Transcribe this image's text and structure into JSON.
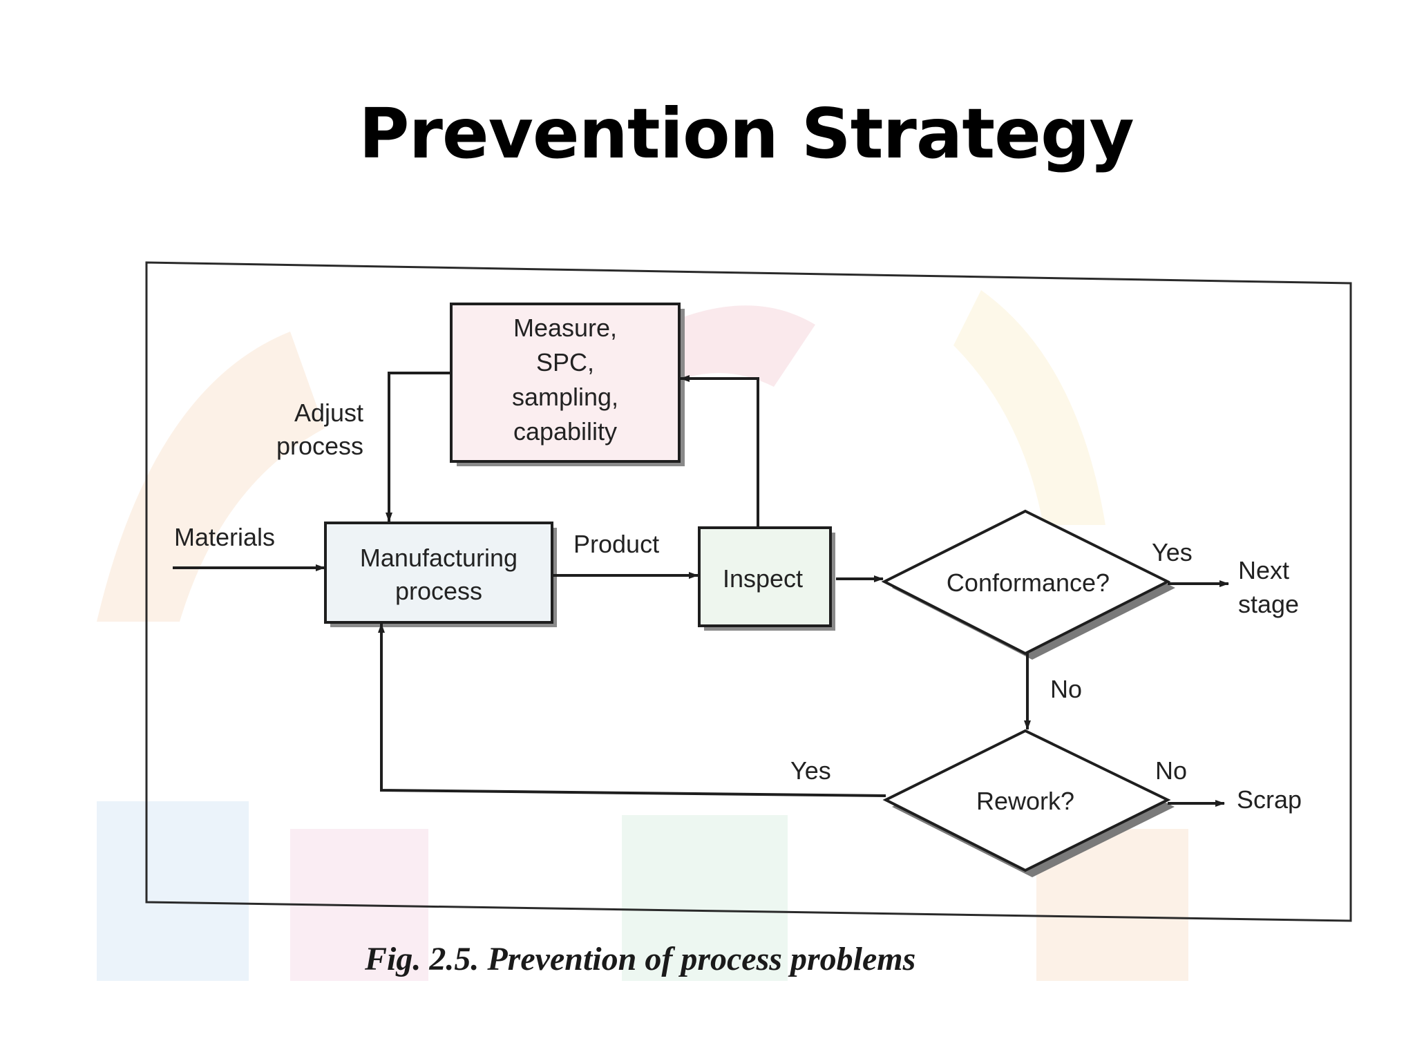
{
  "slide": {
    "title": "Prevention Strategy"
  },
  "diagram": {
    "measure_box": [
      "Measure,",
      "SPC,",
      "sampling,",
      "capability"
    ],
    "adjust_label": [
      "Adjust",
      "process"
    ],
    "materials_label": "Materials",
    "manufacturing_box": [
      "Manufacturing",
      "process"
    ],
    "product_label": "Product",
    "inspect_box": "Inspect",
    "conformance_decision": "Conformance?",
    "conformance_yes": "Yes",
    "next_stage_label": [
      "Next",
      "stage"
    ],
    "conformance_no": "No",
    "rework_decision": "Rework?",
    "rework_yes": "Yes",
    "rework_no": "No",
    "scrap_label": "Scrap",
    "caption": "Fig. 2.5. Prevention of process problems"
  },
  "colors": {
    "box_fill_measure": "#fbeef0",
    "box_fill_process": "#eef3f6",
    "box_fill_inspect": "#eef6ee",
    "stroke": "#1e1e1e",
    "shadow": "#8a8a8a"
  }
}
